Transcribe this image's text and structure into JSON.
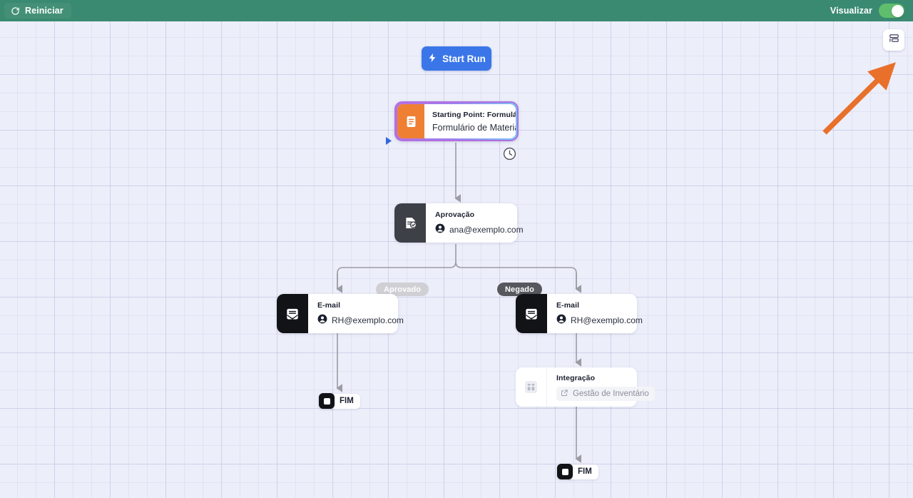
{
  "topbar": {
    "restart_label": "Reiniciar",
    "restart_icon": "refresh-icon",
    "visualizar_label": "Visualizar",
    "toggle_state": "on",
    "bg_color": "#3a8a72"
  },
  "canvas": {
    "panel_button_icon": "panel-layout-icon",
    "annotation_arrow_color": "#e8702a",
    "background_color": "#eceefa",
    "start_run": {
      "label": "Start Run",
      "icon": "lightning-bolt-icon",
      "color": "#3b76e8"
    }
  },
  "nodes": {
    "start": {
      "title": "Starting Point: Formulário",
      "subtitle": "Formulário de Materiais p.",
      "icon": "form-document-icon",
      "icon_bg": "#ef8033",
      "badge_icon": "clock-icon",
      "marker_icon": "play-triangle-icon",
      "selected": true
    },
    "approval": {
      "title": "Aprovação",
      "subtitle": "ana@exemplo.com",
      "icon": "document-check-icon",
      "sub_icon": "user-avatar-icon",
      "icon_bg": "#3e4048"
    },
    "email_left": {
      "title": "E-mail",
      "subtitle": "RH@exemplo.com",
      "icon": "envelope-icon",
      "sub_icon": "user-avatar-icon",
      "icon_bg": "#121317"
    },
    "email_right": {
      "title": "E-mail",
      "subtitle": "RH@exemplo.com",
      "icon": "envelope-icon",
      "sub_icon": "user-avatar-icon",
      "icon_bg": "#121317"
    },
    "integration": {
      "title": "Integração",
      "subtitle": "Gestão de Inventário",
      "icon": "dashboard-grid-icon",
      "sub_icon": "external-link-icon",
      "icon_bg": "#ffffff"
    },
    "fim_left": {
      "label": "FIM",
      "icon": "stop-square-icon"
    },
    "fim_right": {
      "label": "FIM",
      "icon": "stop-square-icon"
    }
  },
  "branches": {
    "approved": {
      "label": "Aprovado",
      "color": "#cfcfd4"
    },
    "denied": {
      "label": "Negado",
      "color": "#57585e"
    }
  }
}
